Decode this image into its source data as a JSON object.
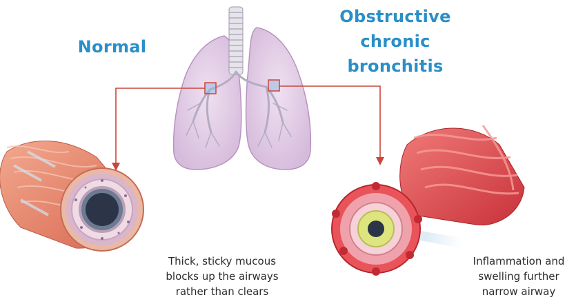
{
  "labels": {
    "normal": "Normal",
    "obstructive": [
      "Obstructive",
      "chronic",
      "bronchitis"
    ]
  },
  "captions": {
    "left": [
      "Thick, sticky mucous",
      "blocks up the airways",
      "rather than clears"
    ],
    "right": [
      "Inflammation and",
      "swelling further",
      "narrow airway"
    ]
  },
  "colors": {
    "heading": "#2a8fc8",
    "connector": "#c9463a",
    "lung": "#e3cde6",
    "muscle": "#e57a62",
    "inflamed": "#e2434a",
    "mucus": "#d9e27a"
  }
}
